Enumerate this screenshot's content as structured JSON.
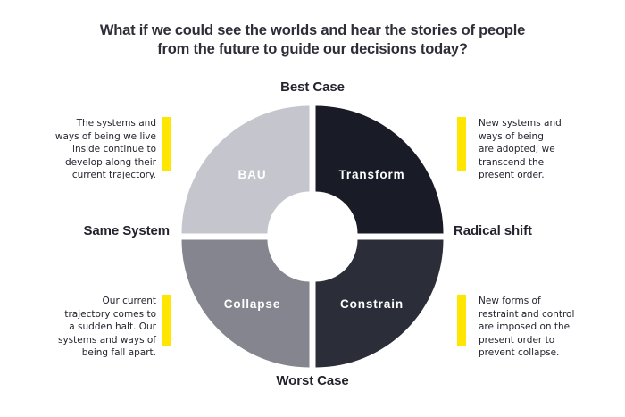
{
  "title": "What if we could see the worlds and hear the stories of people\nfrom the future to guide our decisions today?",
  "matrix": {
    "axes": {
      "top": "Best Case",
      "bottom": "Worst Case",
      "left": "Same System",
      "right": "Radical shift"
    },
    "quadrants": [
      {
        "id": "bau",
        "position": "top-left",
        "label": "BAU",
        "color": "#c5c6cd",
        "annotation": "The systems and\nways of being we live\ninside continue to\ndevelop along their\ncurrent trajectory."
      },
      {
        "id": "transform",
        "position": "top-right",
        "label": "Transform",
        "color": "#191b26",
        "annotation": "New systems and\nways of being\nare adopted; we\ntranscend the\npresent order."
      },
      {
        "id": "collapse",
        "position": "bottom-left",
        "label": "Collapse",
        "color": "#84858e",
        "annotation": "Our current\ntrajectory comes to\na sudden halt. Our\nsystems and ways of\nbeing fall apart."
      },
      {
        "id": "constrain",
        "position": "bottom-right",
        "label": "Constrain",
        "color": "#2b2d38",
        "annotation": "New forms of\nrestraint and control\nare imposed on the\npresent order to\nprevent collapse."
      }
    ],
    "accent_color": "#ffe600",
    "text_color": "#2e2e38",
    "label_text_color": "#ffffff",
    "background_color": "#ffffff"
  }
}
